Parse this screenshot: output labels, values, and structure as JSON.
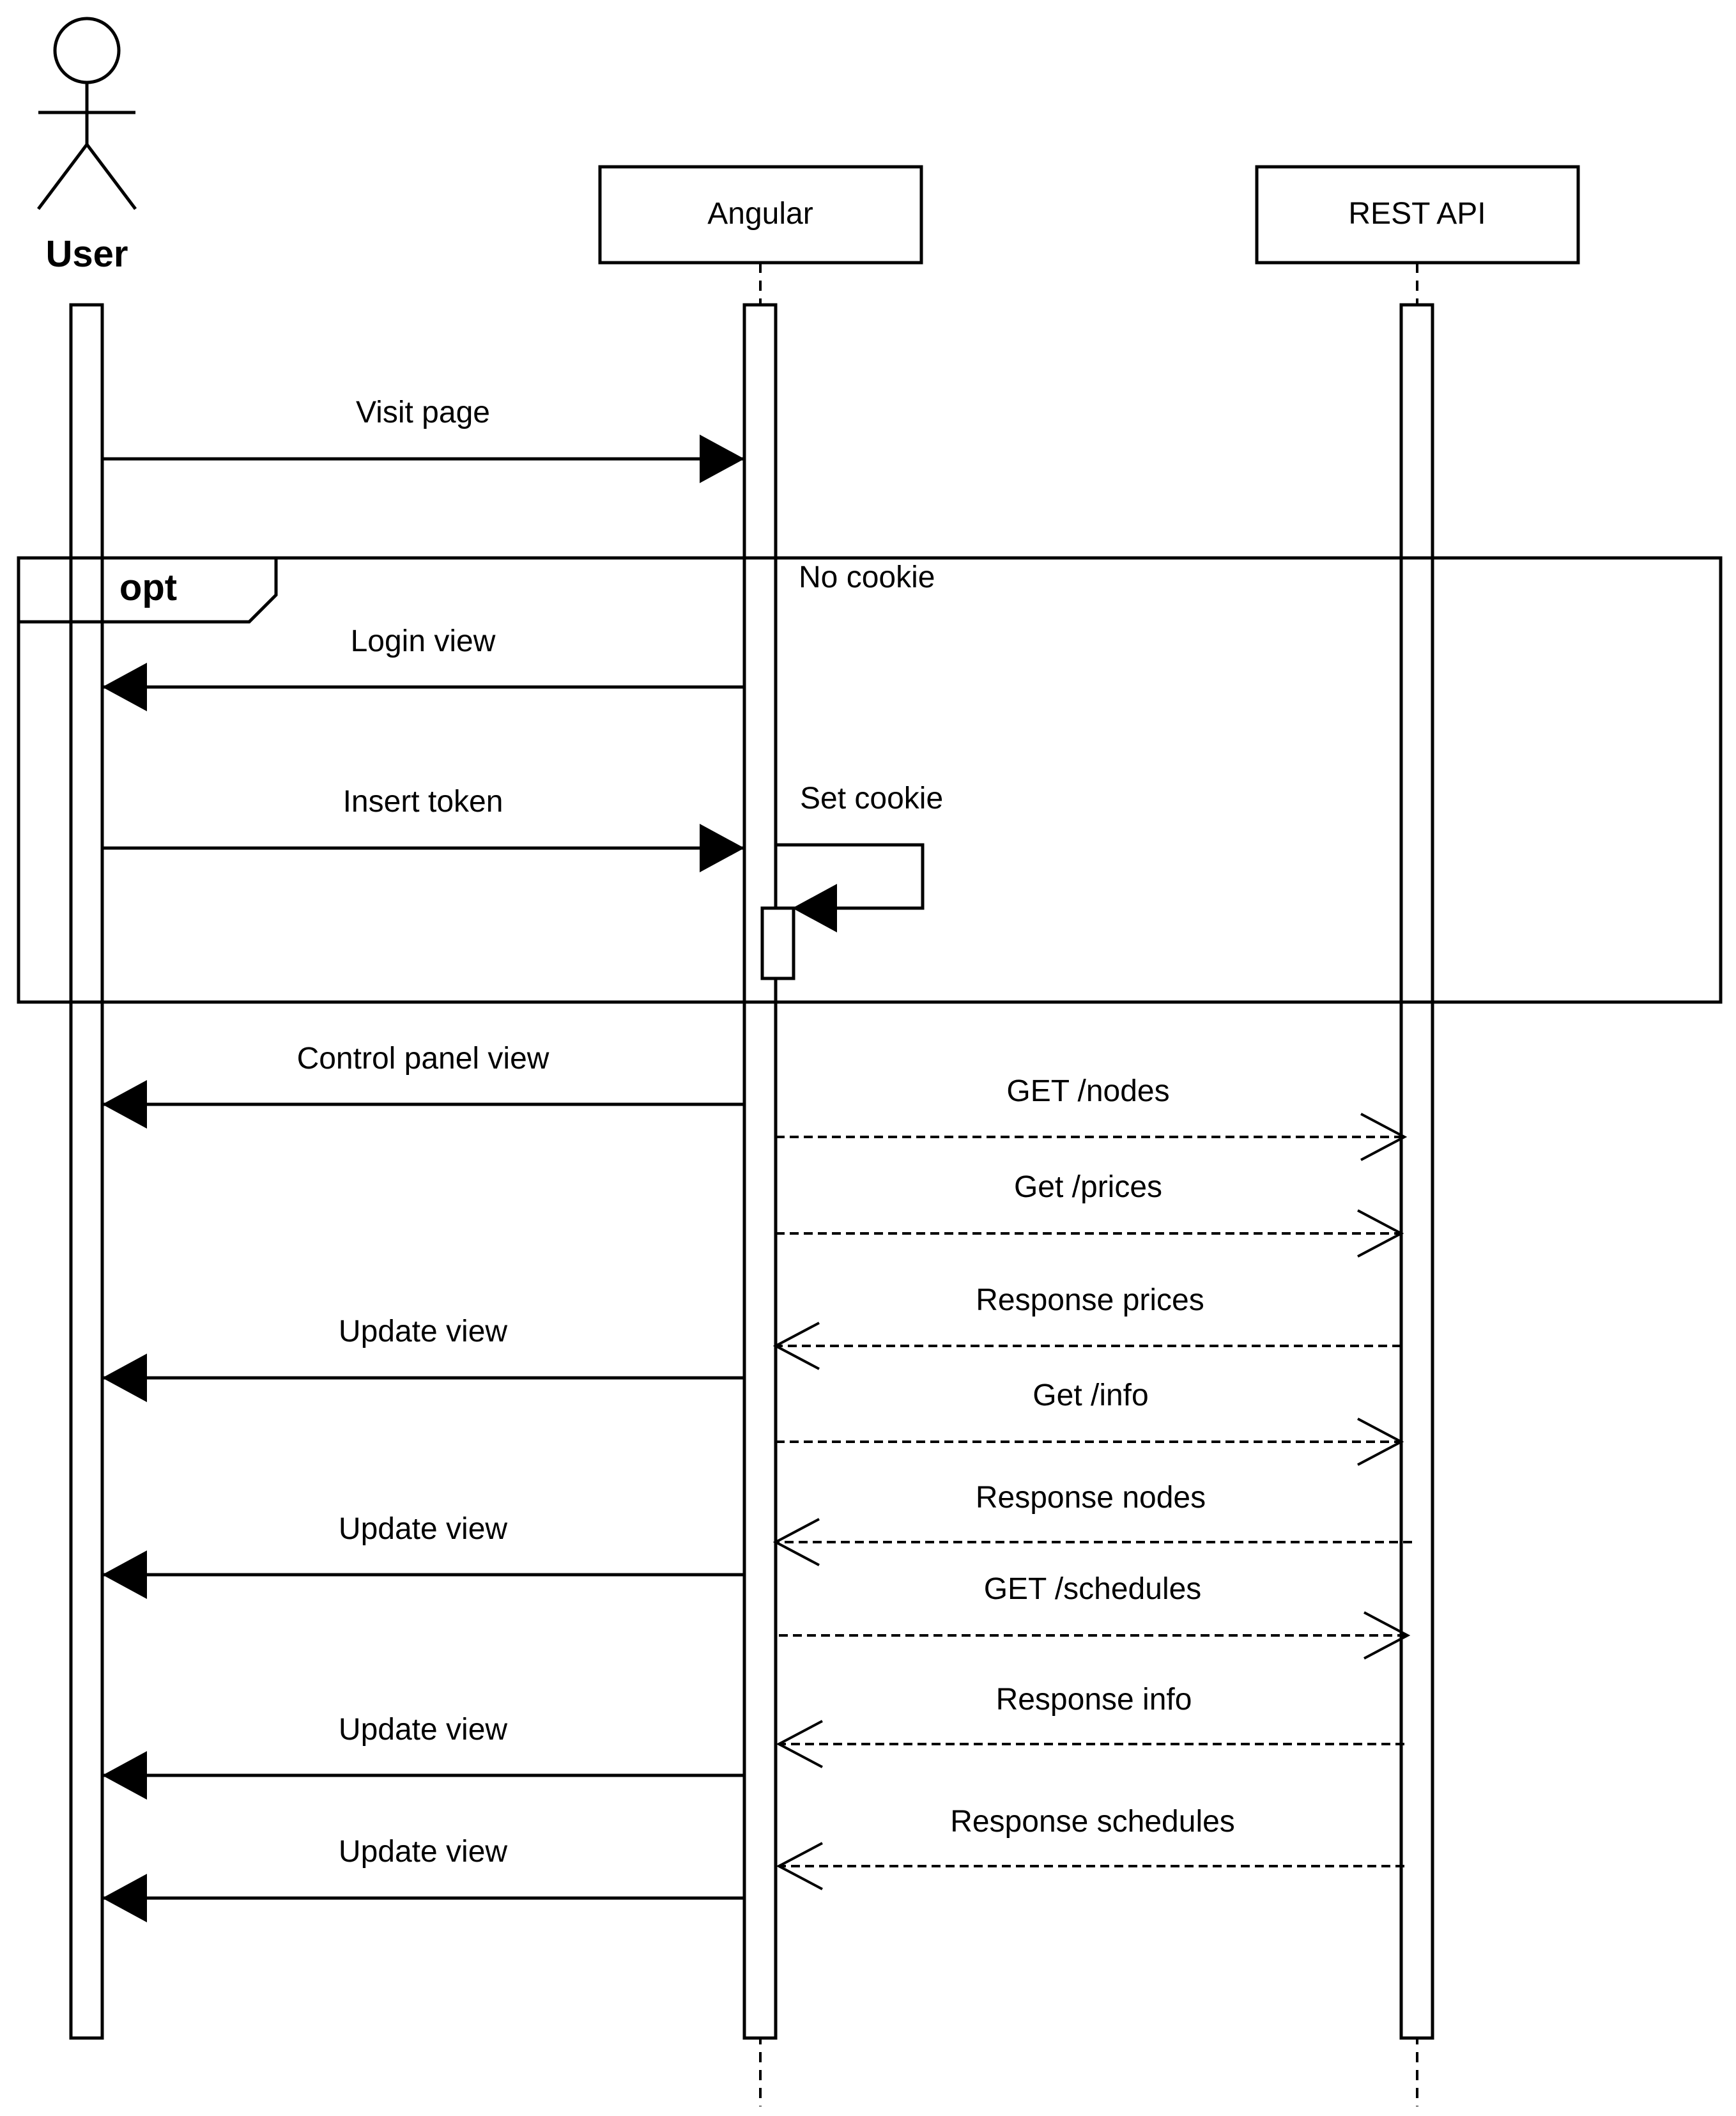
{
  "participants": {
    "user": "User",
    "angular": "Angular",
    "rest": "REST API"
  },
  "fragment": {
    "operator": "opt",
    "guard": "No cookie"
  },
  "messages": [
    {
      "label": "Visit page",
      "from": "user",
      "to": "angular",
      "kind": "sync"
    },
    {
      "label": "Login view",
      "from": "angular",
      "to": "user",
      "kind": "sync"
    },
    {
      "label": "Insert token",
      "from": "user",
      "to": "angular",
      "kind": "sync"
    },
    {
      "label": "Set cookie",
      "from": "angular",
      "to": "angular",
      "kind": "self"
    },
    {
      "label": "Control panel view",
      "from": "angular",
      "to": "user",
      "kind": "sync"
    },
    {
      "label": "GET /nodes",
      "from": "angular",
      "to": "rest",
      "kind": "async"
    },
    {
      "label": "Get /prices",
      "from": "angular",
      "to": "rest",
      "kind": "async"
    },
    {
      "label": "Response prices",
      "from": "rest",
      "to": "angular",
      "kind": "reply"
    },
    {
      "label": "Update view",
      "from": "angular",
      "to": "user",
      "kind": "sync"
    },
    {
      "label": "Get /info",
      "from": "angular",
      "to": "rest",
      "kind": "async"
    },
    {
      "label": "Response nodes",
      "from": "rest",
      "to": "angular",
      "kind": "reply"
    },
    {
      "label": "Update view",
      "from": "angular",
      "to": "user",
      "kind": "sync"
    },
    {
      "label": "GET /schedules",
      "from": "angular",
      "to": "rest",
      "kind": "async"
    },
    {
      "label": "Response info",
      "from": "rest",
      "to": "angular",
      "kind": "reply"
    },
    {
      "label": "Update view",
      "from": "angular",
      "to": "user",
      "kind": "sync"
    },
    {
      "label": "Response schedules",
      "from": "rest",
      "to": "angular",
      "kind": "reply"
    },
    {
      "label": "Update view",
      "from": "angular",
      "to": "user",
      "kind": "sync"
    }
  ]
}
